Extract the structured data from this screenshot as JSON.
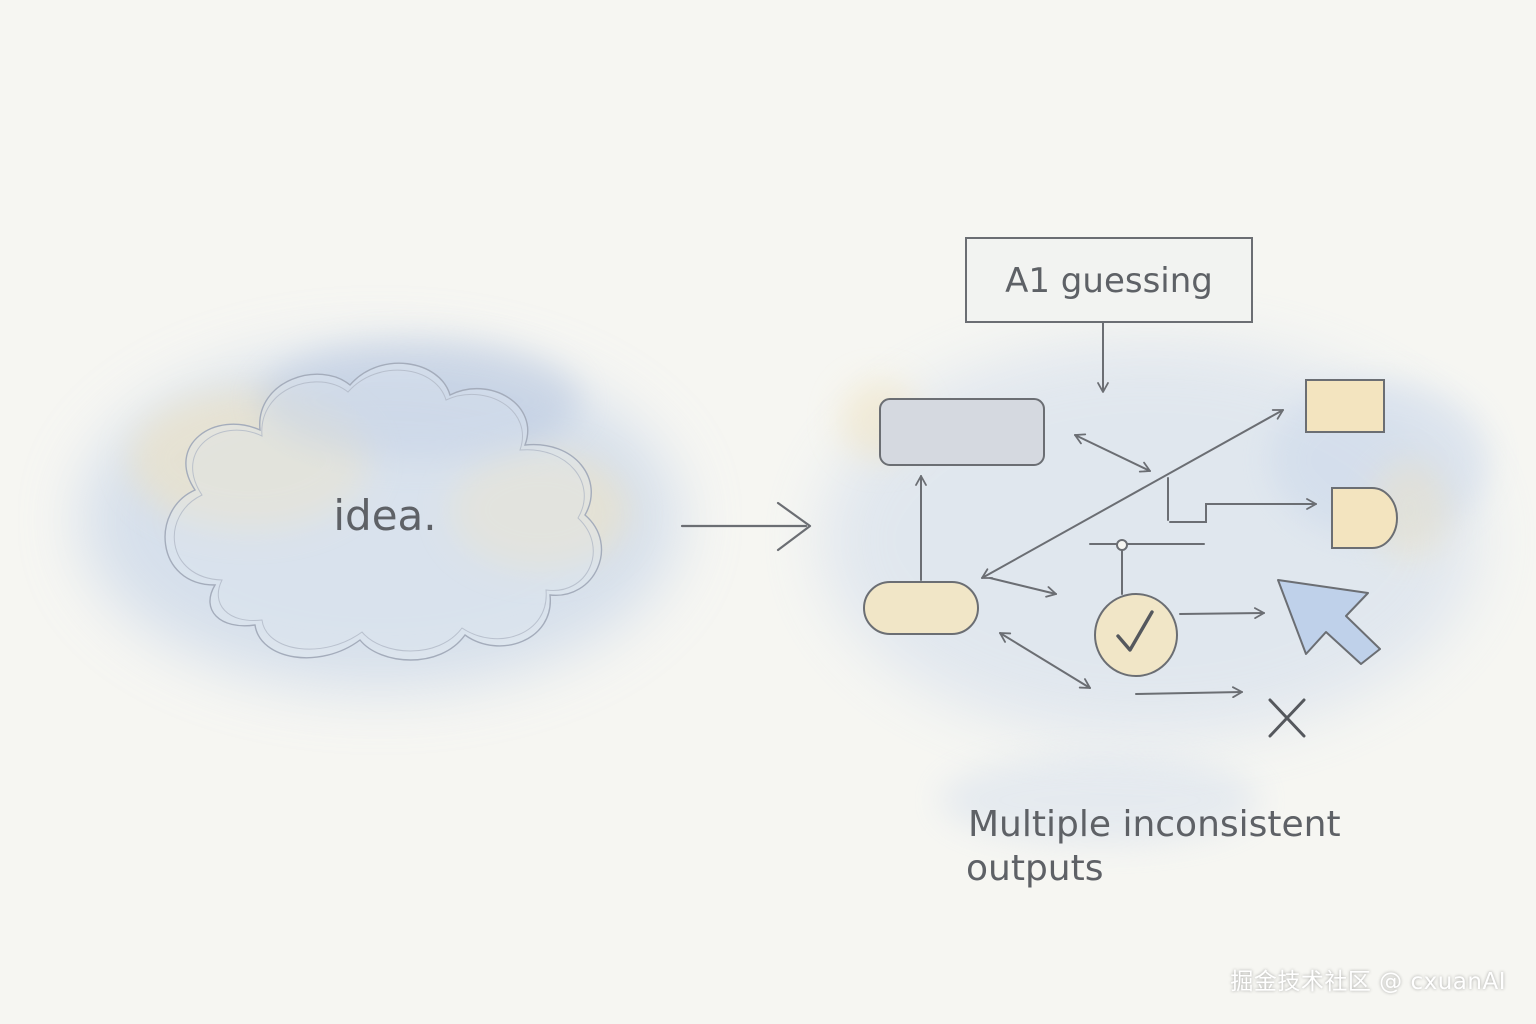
{
  "cloud": {
    "label": "idea."
  },
  "guess_box": {
    "label": "A1 guessing"
  },
  "caption": {
    "line1": "Multiple inconsistent",
    "line2": "outputs"
  },
  "watermark": {
    "text": "掘金技术社区 @ cxuanAI"
  },
  "icons": {
    "check": "check-icon",
    "cross": "cross-icon",
    "cursor": "cursor-icon"
  },
  "colors": {
    "paper": "#f6f6f2",
    "ink": "#6b6e73",
    "wash_blue": "#bccde6",
    "wash_yellow": "#f1e3bf",
    "grey_fill": "#d5d9e0"
  }
}
